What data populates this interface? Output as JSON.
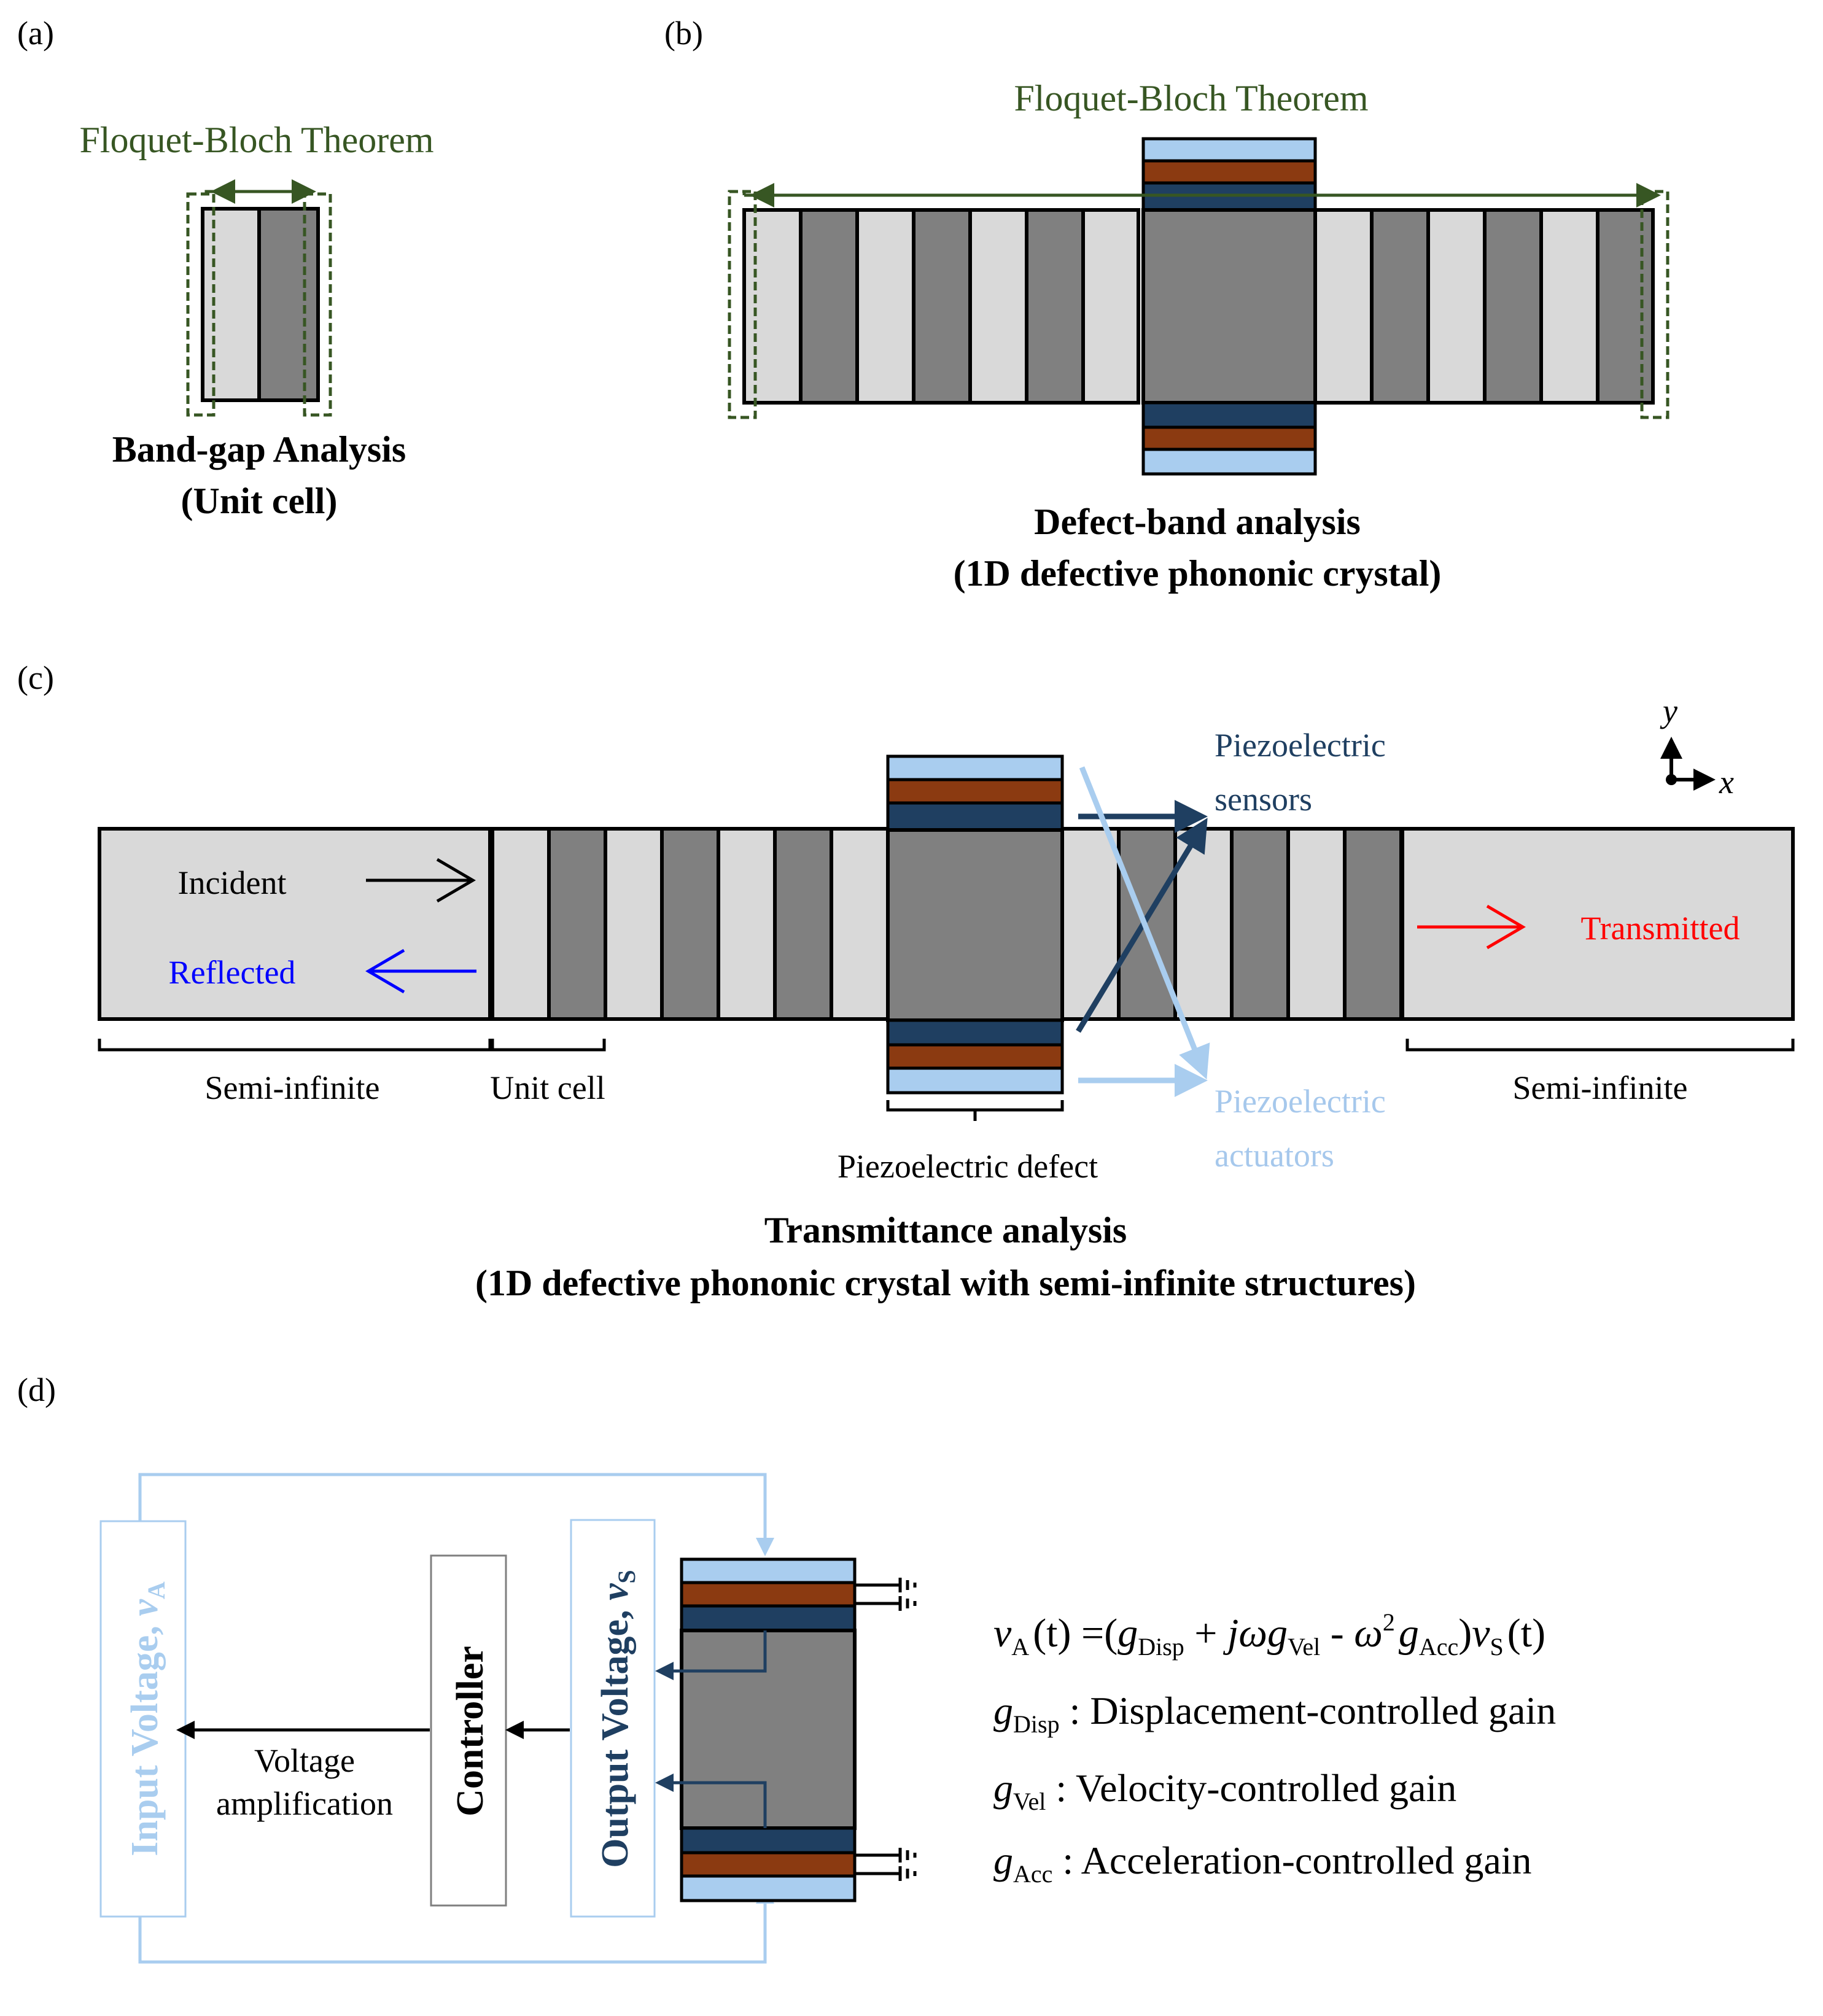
{
  "panels": {
    "a": {
      "tag": "(a)",
      "theorem": "Floquet-Bloch Theorem",
      "title_line1": "Band-gap Analysis",
      "title_line2": "(Unit cell)"
    },
    "b": {
      "tag": "(b)",
      "theorem": "Floquet-Bloch Theorem",
      "title_line1": "Defect-band analysis",
      "title_line2": "(1D defective phononic crystal)"
    },
    "c": {
      "tag": "(c)",
      "incident": "Incident",
      "reflected": "Reflected",
      "transmitted": "Transmitted",
      "sensors_line1": "Piezoelectric",
      "sensors_line2": "sensors",
      "actuators_line1": "Piezoelectric",
      "actuators_line2": "actuators",
      "semi_infinite_left": "Semi-infinite",
      "unit_cell": "Unit cell",
      "piezo_defect": "Piezoelectric defect",
      "semi_infinite_right": "Semi-infinite",
      "axis_y": "y",
      "axis_x": "x",
      "title_line1": "Transmittance analysis",
      "title_line2": "(1D defective phononic crystal with semi-infinite structures)"
    },
    "d": {
      "tag": "(d)",
      "input_voltage": "Input Voltage, ",
      "input_symbol": "v",
      "input_sub": "A",
      "controller": "Controller",
      "output_voltage": "Output Voltage, ",
      "output_symbol": "v",
      "output_sub": "S",
      "amp_line1": "Voltage",
      "amp_line2": "amplification",
      "equation": {
        "lhs_v": "v",
        "lhs_sub": "A",
        "lhs_arg": "(t) =(",
        "g1": "g",
        "g1_sub": "Disp",
        "plus": " + ",
        "j_omega": "jω",
        "g2": "g",
        "g2_sub": "Vel",
        "minus": " - ",
        "omega": "ω",
        "sq": "2",
        "g3": "g",
        "g3_sub": "Acc",
        "close": ")",
        "rhs_v": "v",
        "rhs_sub": "S",
        "rhs_arg": "(t)"
      },
      "gains": [
        {
          "g": "g",
          "sub": "Disp",
          "desc": " : Displacement-controlled gain"
        },
        {
          "g": "g",
          "sub": "Vel",
          "desc": " : Velocity-controlled gain"
        },
        {
          "g": "g",
          "sub": "Acc",
          "desc": " : Acceleration-controlled gain"
        }
      ]
    }
  },
  "colors": {
    "light_cell": "#d9d9d9",
    "dark_cell": "#808080",
    "piezo_light_blue": "#a9cdef",
    "piezo_brown": "#8b3a11",
    "piezo_navy": "#1f3f61",
    "theorem_green": "#375623",
    "reflected_blue": "#0000ff",
    "transmitted_red": "#ff0000",
    "actuator_text": "#a6c8ec",
    "sensor_text": "#1f3f61"
  }
}
